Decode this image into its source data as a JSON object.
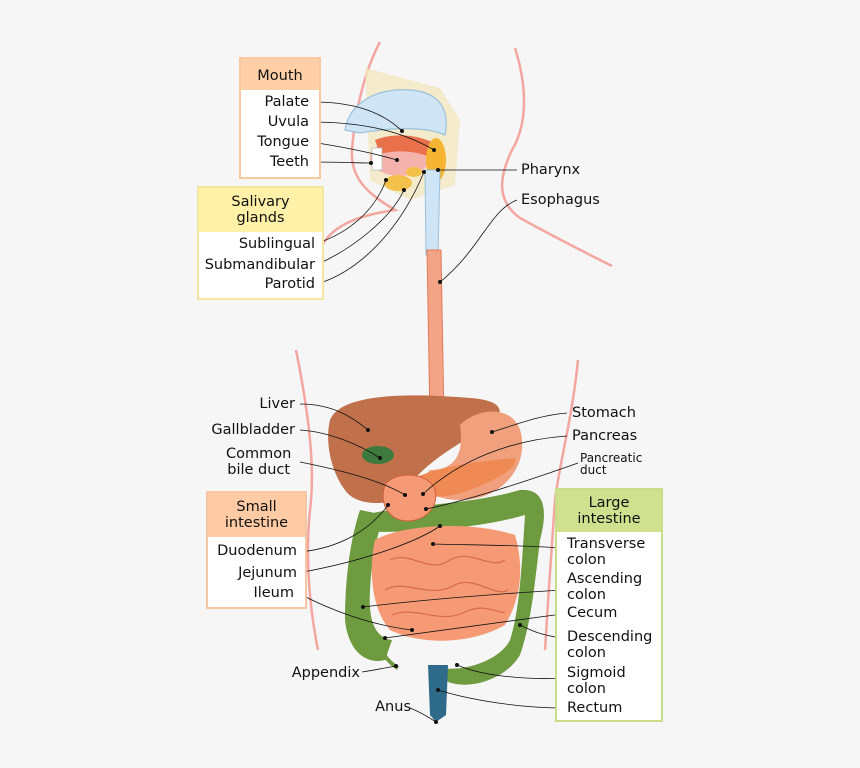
{
  "groups": {
    "mouth": {
      "title": "Mouth",
      "items": [
        "Palate",
        "Uvula",
        "Tongue",
        "Teeth"
      ]
    },
    "salivary": {
      "title_line1": "Salivary",
      "title_line2": "glands",
      "items": [
        "Sublingual",
        "Submandibular",
        "Parotid"
      ]
    },
    "small_intestine": {
      "title_line1": "Small",
      "title_line2": "intestine",
      "items": [
        "Duodenum",
        "Jejunum",
        "Ileum"
      ]
    },
    "large_intestine": {
      "title_line1": "Large",
      "title_line2": "intestine",
      "items": [
        {
          "line1": "Transverse",
          "line2": "colon"
        },
        {
          "line1": "Ascending",
          "line2": "colon"
        },
        {
          "line1": "Cecum",
          "line2": ""
        },
        {
          "line1": "Descending",
          "line2": "colon"
        },
        {
          "line1": "Sigmoid",
          "line2": "colon"
        },
        {
          "line1": "Rectum",
          "line2": ""
        }
      ]
    }
  },
  "labels": {
    "pharynx": "Pharynx",
    "esophagus": "Esophagus",
    "liver": "Liver",
    "gallbladder": "Gallbladder",
    "common_bile_duct_line1": "Common",
    "common_bile_duct_line2": "bile duct",
    "stomach": "Stomach",
    "pancreas": "Pancreas",
    "pancreatic_duct_line1": "Pancreatic",
    "pancreatic_duct_line2": "duct",
    "appendix": "Appendix",
    "anus": "Anus"
  },
  "colors": {
    "mouth": "#ffd0a8",
    "mouth_border": "#f8c9a0",
    "salivary": "#fff1a8",
    "salivary_border": "#f3e6a0",
    "small_intestine": "#ffcba4",
    "small_intestine_border": "#f6c6a4",
    "large_intestine": "#cfe08e",
    "large_intestine_border": "#c8dc8a",
    "body_outline": "#f4a6a0",
    "liver": "#c0704a",
    "stomach": "#f0a07c",
    "intestine": "#f59a74",
    "colon": "#6e9a40",
    "esophagus": "#f3a487"
  }
}
